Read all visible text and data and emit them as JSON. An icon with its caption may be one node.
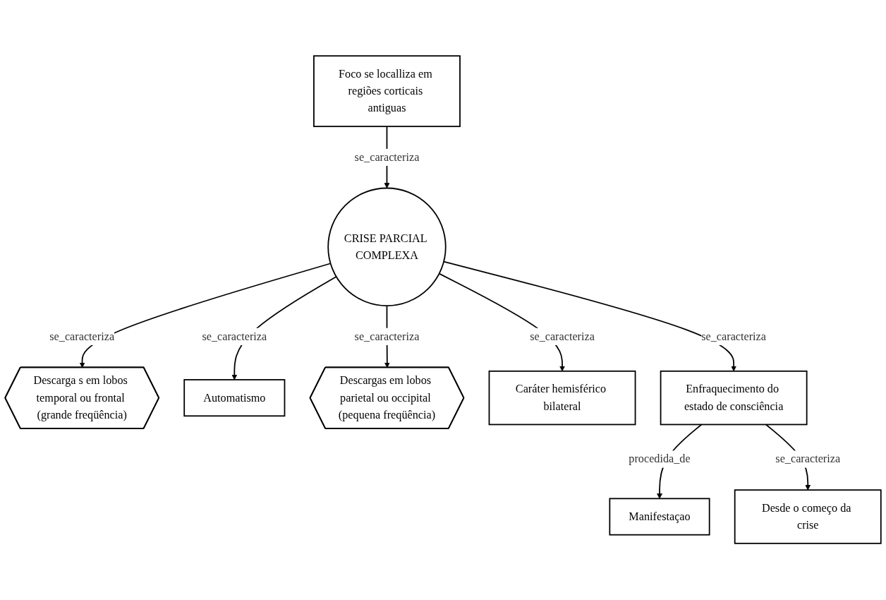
{
  "diagram": {
    "nodes": [
      {
        "text": [
          "CRISE PARCIAL COMPLEXA"
        ]
      },
      {
        "text": [
          "Descarga s em lobos temporal ou frontal (grande freqüência)"
        ]
      },
      {
        "text": [
          "Automatismo"
        ]
      },
      {
        "text": [
          "Descargas em lobos parietal ou occipital (pequena freqüência)"
        ]
      },
      {
        "text": [
          "Caráter hemisférico bilateral"
        ]
      },
      {
        "text": [
          "Foco se localliza em regiões corticais antiguas"
        ]
      },
      {
        "text": [
          "Manifestaçao"
        ]
      },
      {
        "text": [
          "Enfraquecimento do estado de consciência"
        ]
      },
      {
        "text": [
          "Desde o começo da crise"
        ]
      }
    ],
    "edges": [
      {
        "from": 0,
        "to": 1,
        "arrow": "to",
        "label": "se_caracteriza"
      },
      {
        "from": 0,
        "to": 2,
        "arrow": "to",
        "label": "se_caracteriza"
      },
      {
        "from": 0,
        "to": 3,
        "arrow": "to",
        "label": "se_caracteriza"
      },
      {
        "from": 0,
        "to": 4,
        "arrow": "to",
        "label": "se_caracteriza"
      },
      {
        "from": 5,
        "to": 0,
        "arrow": "to",
        "label": "se_caracteriza"
      },
      {
        "from": 0,
        "to": 7,
        "arrow": "to",
        "label": "se_caracteriza"
      },
      {
        "from": 7,
        "to": 6,
        "arrow": "to",
        "label": "procedida_de"
      },
      {
        "from": 7,
        "to": 8,
        "arrow": "to",
        "label": "se_caracteriza"
      }
    ]
  }
}
